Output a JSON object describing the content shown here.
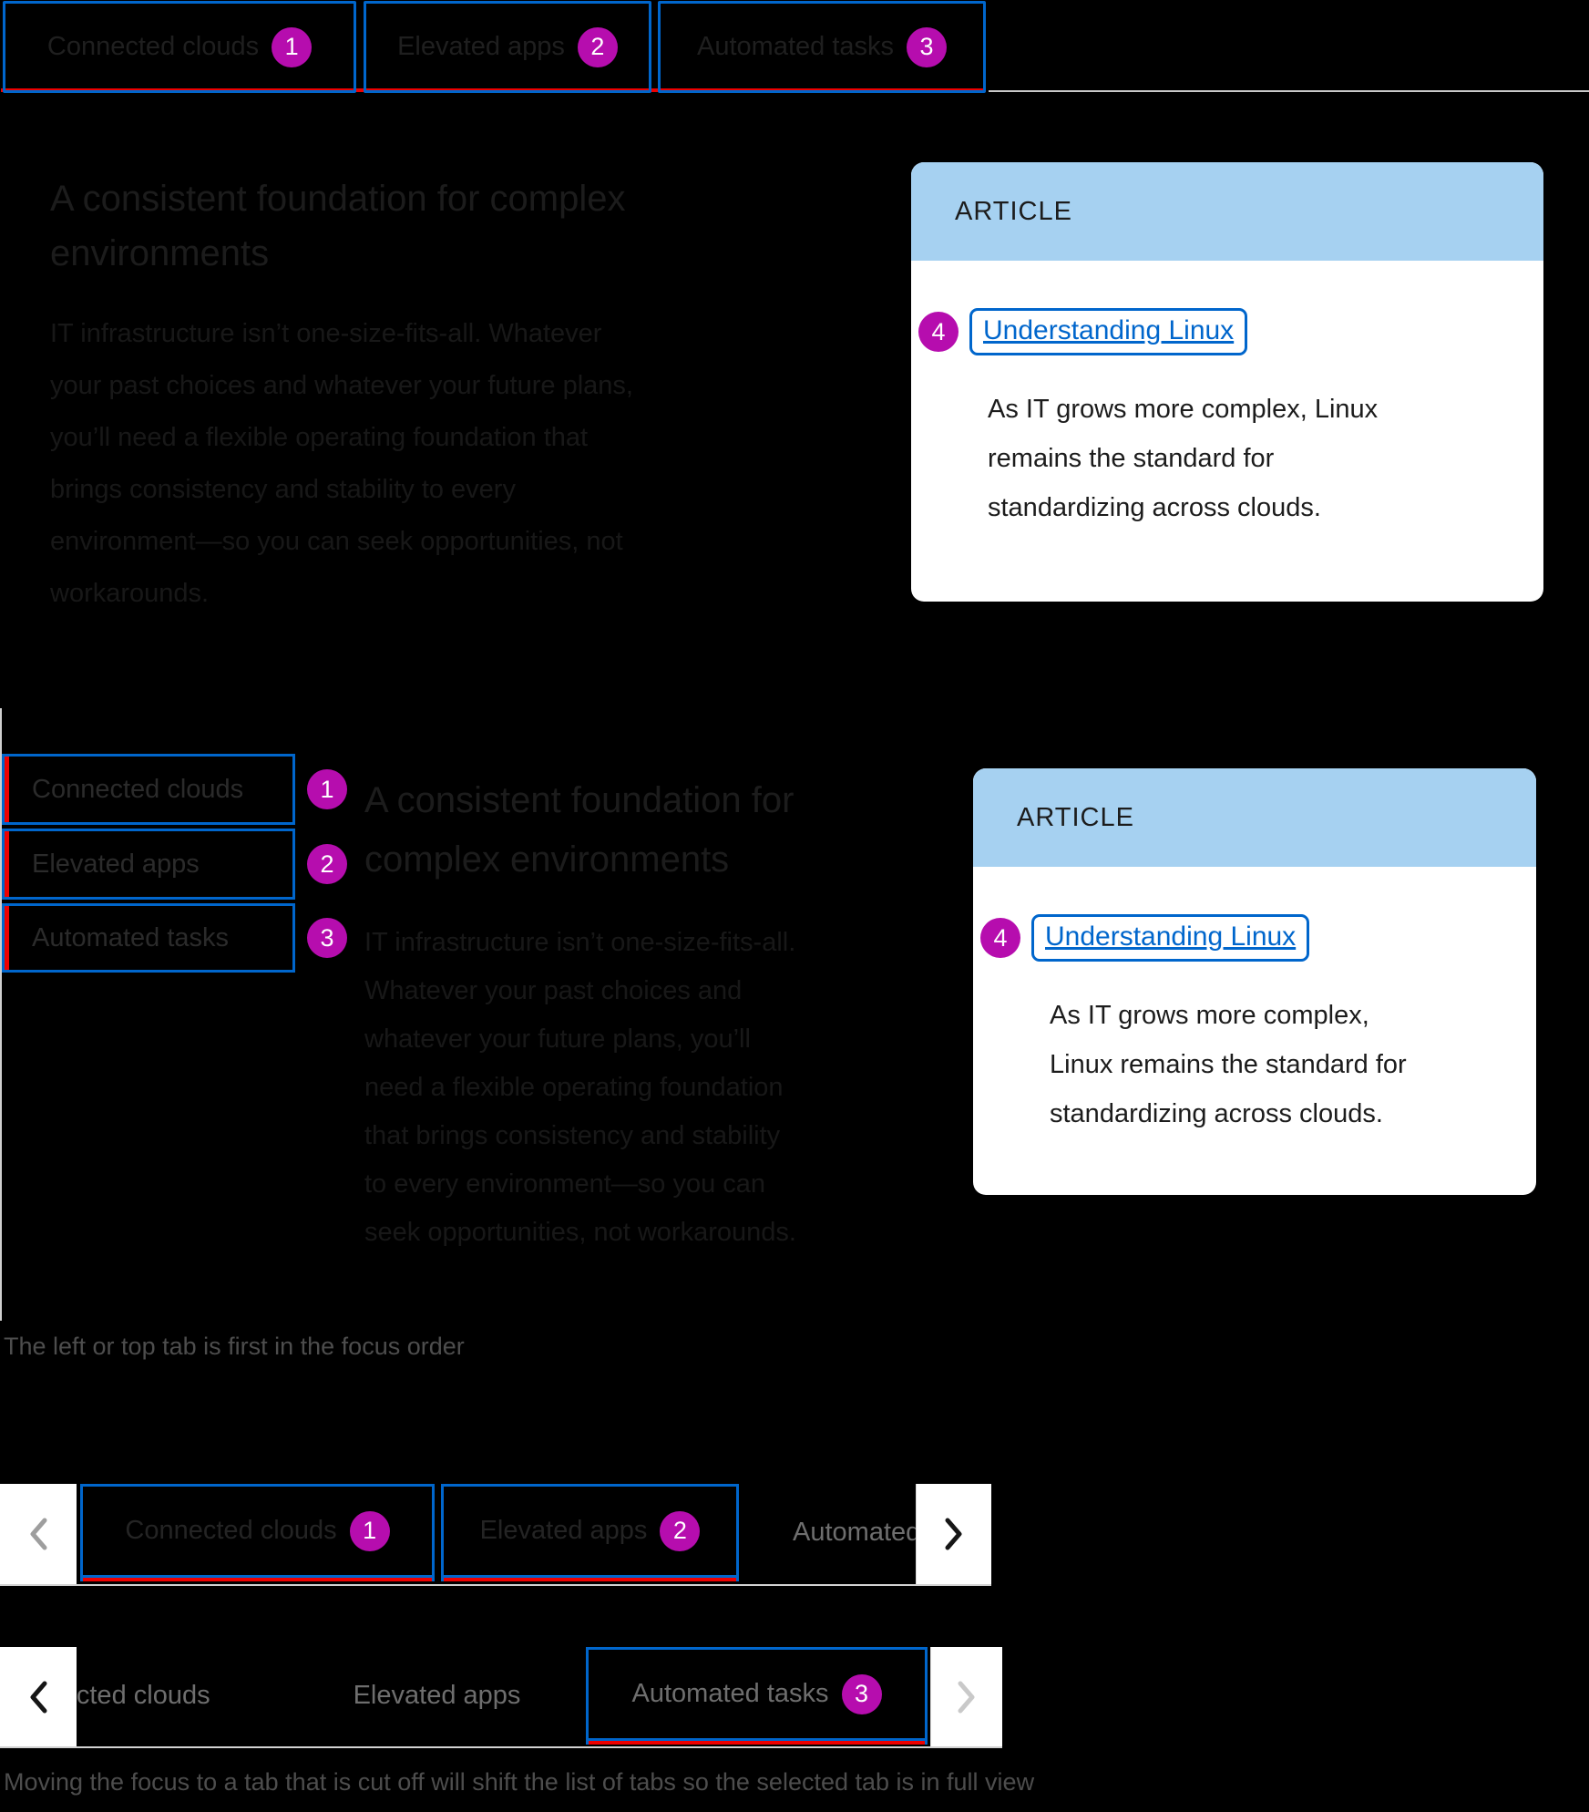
{
  "colors": {
    "background": "#000000",
    "focus_outline_blue": "#0066CC",
    "link_blue": "#0066CC",
    "active_tab_red": "#EE0000",
    "annotation_magenta": "#B60DAE",
    "card_header_blue": "#A6D1F1",
    "divider_gray": "#D2D2D2",
    "caption_gray": "#4D4D4D"
  },
  "tab_labels": {
    "tab1": "Connected clouds",
    "tab2": "Elevated apps",
    "tab3": "Automated tasks"
  },
  "annotations": {
    "n1": "1",
    "n2": "2",
    "n3": "3",
    "n4": "4"
  },
  "horizontal_demo": {
    "heading_lines": [
      "A consistent foundation for complex",
      "environments"
    ],
    "paragraph_lines": [
      "IT infrastructure isn’t one-size-fits-all. Whatever",
      "your past choices and whatever your future plans,",
      "you’ll need a flexible operating foundation that",
      "brings consistency and stability to every",
      "environment—so you can seek opportunities, not",
      "workarounds."
    ],
    "card": {
      "eyebrow": "ARTICLE",
      "link_label": "Understanding Linux",
      "description_lines": [
        "As IT grows more complex, Linux",
        "remains the standard for",
        "standardizing across clouds."
      ]
    }
  },
  "vertical_demo": {
    "heading_lines": [
      "A consistent foundation for",
      "complex environments"
    ],
    "paragraph_lines": [
      "IT infrastructure isn’t one-size-fits-all.",
      "Whatever your past choices and",
      "whatever your future plans, you’ll",
      "need a flexible operating foundation",
      "that brings consistency and stability",
      "to every environment—so you can",
      "seek opportunities, not workarounds."
    ],
    "card": {
      "eyebrow": "ARTICLE",
      "link_label": "Understanding Linux",
      "description_lines": [
        "As IT grows more complex,",
        "Linux remains the standard for",
        "standardizing across clouds."
      ]
    },
    "caption": "The left or top tab is first in the focus order"
  },
  "overflow_demo": {
    "caption": "Moving the focus to a tab that is cut off will shift the list of tabs so the selected tab is in full view"
  }
}
